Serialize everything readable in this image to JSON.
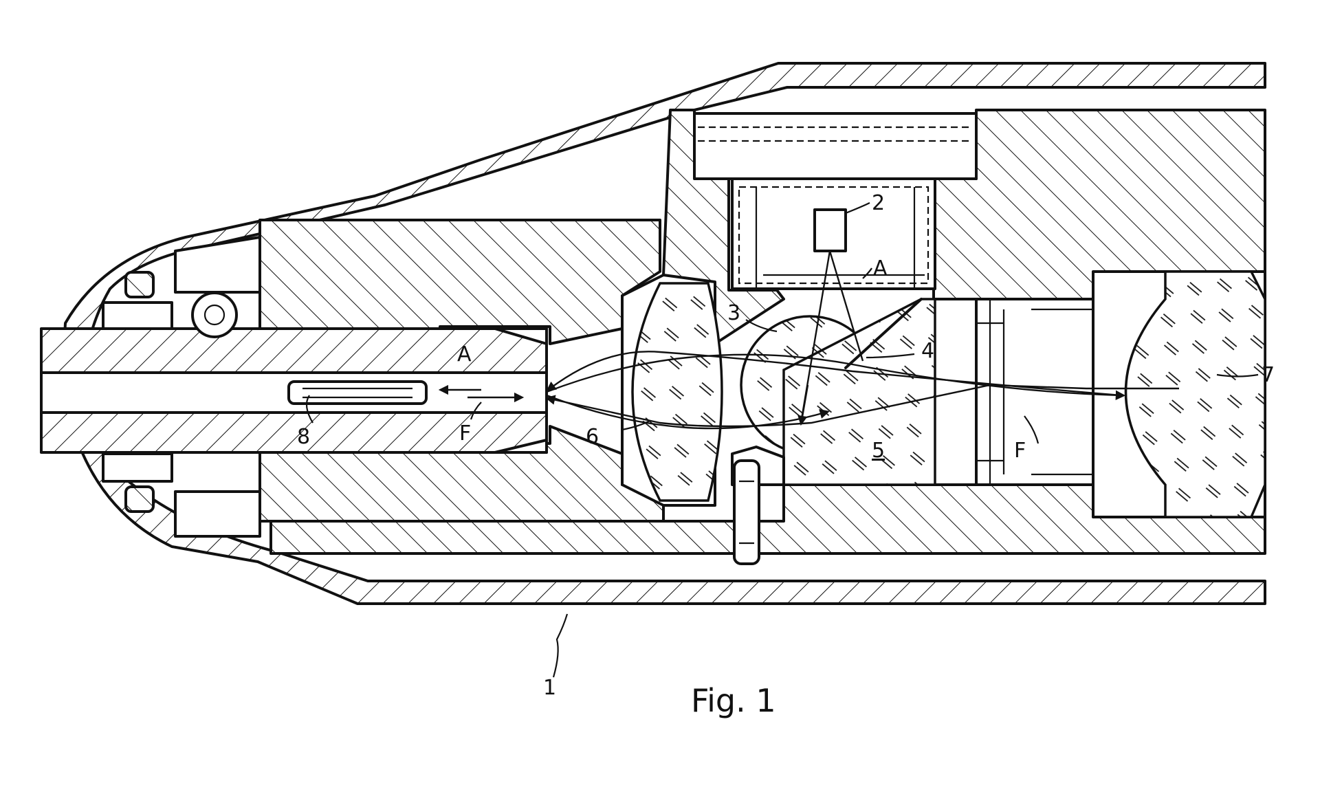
{
  "figure": {
    "caption": "Fig. 1",
    "colors": {
      "ink": "#111111",
      "paper": "#ffffff"
    }
  },
  "labels": {
    "device": "1",
    "light_source": "2",
    "lens_3": "3",
    "mirror": "4",
    "prism": "5",
    "lens_6": "6",
    "lens_7": "7",
    "fiber": "8",
    "beam_a_top": "A",
    "beam_a_left": "A",
    "beam_f_left": "F",
    "beam_f_right": "F"
  }
}
